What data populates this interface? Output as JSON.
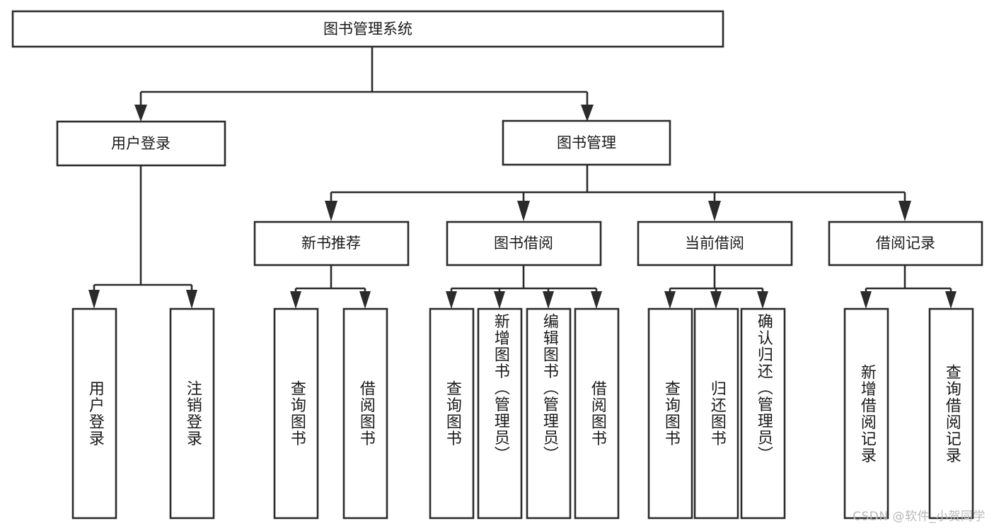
{
  "diagram": {
    "type": "hierarchy-tree",
    "title": "图书管理系统",
    "orientation": "top-down",
    "levels": 4,
    "root": {
      "id": "root",
      "label": "图书管理系统",
      "orientation": "horizontal"
    },
    "level2": [
      {
        "id": "user-login",
        "label": "用户登录",
        "orientation": "horizontal"
      },
      {
        "id": "book-manage",
        "label": "图书管理",
        "orientation": "horizontal"
      }
    ],
    "level3": [
      {
        "id": "new-book-rec",
        "label": "新书推荐",
        "parent": "book-manage",
        "orientation": "horizontal"
      },
      {
        "id": "book-borrow",
        "label": "图书借阅",
        "parent": "book-manage",
        "orientation": "horizontal"
      },
      {
        "id": "current-borrow",
        "label": "当前借阅",
        "parent": "book-manage",
        "orientation": "horizontal"
      },
      {
        "id": "borrow-record",
        "label": "借阅记录",
        "parent": "book-manage",
        "orientation": "horizontal"
      }
    ],
    "leaves": [
      {
        "id": "leaf-user-login",
        "label": "用户登录",
        "parent": "user-login",
        "orientation": "vertical"
      },
      {
        "id": "leaf-user-logout",
        "label": "注销登录",
        "parent": "user-login",
        "orientation": "vertical"
      },
      {
        "id": "leaf-rec-query-book",
        "label": "查询图书",
        "parent": "new-book-rec",
        "orientation": "vertical"
      },
      {
        "id": "leaf-rec-borrow-book",
        "label": "借阅图书",
        "parent": "new-book-rec",
        "orientation": "vertical"
      },
      {
        "id": "leaf-borrow-query-book",
        "label": "查询图书",
        "parent": "book-borrow",
        "orientation": "vertical"
      },
      {
        "id": "leaf-borrow-add-book",
        "label": "新增图书（管理员）",
        "parent": "book-borrow",
        "orientation": "vertical"
      },
      {
        "id": "leaf-borrow-edit-book",
        "label": "编辑图书（管理员）",
        "parent": "book-borrow",
        "orientation": "vertical"
      },
      {
        "id": "leaf-borrow-borrow-book",
        "label": "借阅图书",
        "parent": "book-borrow",
        "orientation": "vertical"
      },
      {
        "id": "leaf-current-query-book",
        "label": "查询图书",
        "parent": "current-borrow",
        "orientation": "vertical"
      },
      {
        "id": "leaf-current-return-book",
        "label": "归还图书",
        "parent": "current-borrow",
        "orientation": "vertical"
      },
      {
        "id": "leaf-current-confirm-return",
        "label": "确认归还（管理员）",
        "parent": "current-borrow",
        "orientation": "vertical"
      },
      {
        "id": "leaf-record-add",
        "label": "新增借阅记录",
        "parent": "borrow-record",
        "orientation": "vertical"
      },
      {
        "id": "leaf-record-query",
        "label": "查询借阅记录",
        "parent": "borrow-record",
        "orientation": "vertical"
      }
    ],
    "colors": {
      "stroke": "#2b2b2b",
      "fill": "#ffffff",
      "text": "#1a1a1a",
      "watermark": "#b8b8b8",
      "background": "#ffffff"
    }
  },
  "watermark": {
    "text": "CSDN @软件_小贺同学"
  }
}
